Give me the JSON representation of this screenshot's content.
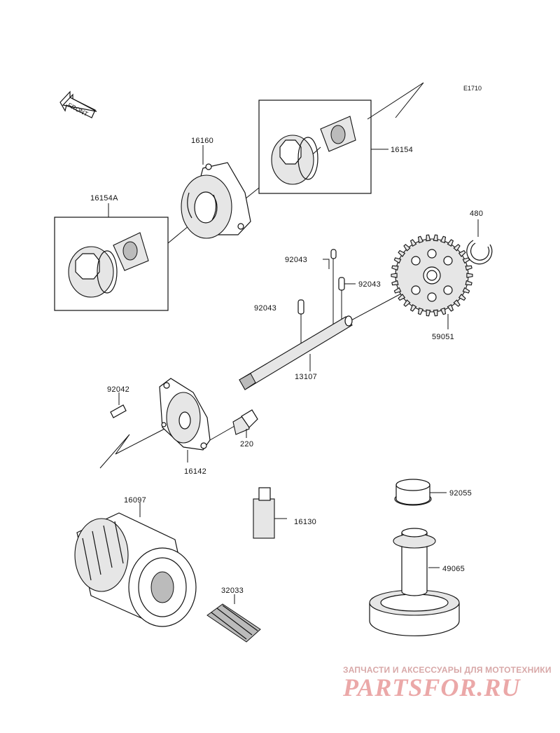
{
  "diagram_code": "E1710",
  "front_arrow_label": "FRONT",
  "parts": [
    {
      "number": "16160"
    },
    {
      "number": "16154"
    },
    {
      "number": "16154A"
    },
    {
      "number": "480"
    },
    {
      "number": "92043"
    },
    {
      "number": "92043"
    },
    {
      "number": "92043"
    },
    {
      "number": "59051"
    },
    {
      "number": "13107"
    },
    {
      "number": "92042"
    },
    {
      "number": "220"
    },
    {
      "number": "16142"
    },
    {
      "number": "16097"
    },
    {
      "number": "16130"
    },
    {
      "number": "92055"
    },
    {
      "number": "49065"
    },
    {
      "number": "32033"
    }
  ],
  "watermark": {
    "caption": "ЗАПЧАСТИ И АКСЕССУАРЫ ДЛЯ МОТОТЕХНИКИ",
    "logo": "PARTSFOR.RU",
    "color": "#e89a9a"
  }
}
